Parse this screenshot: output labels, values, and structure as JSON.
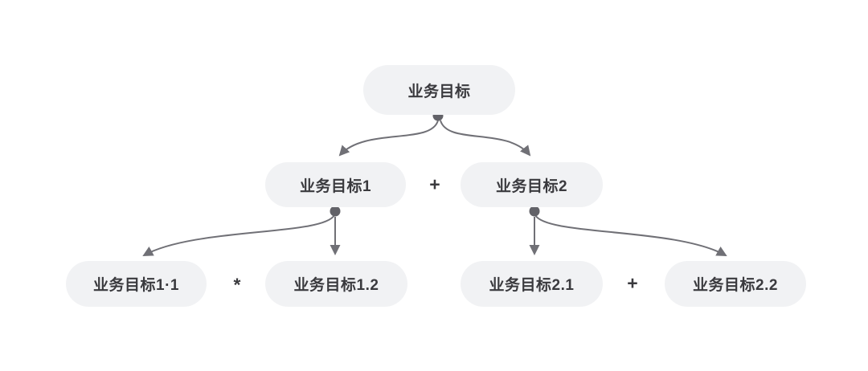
{
  "diagram": {
    "title": "business-goal-decomposition-tree",
    "colors": {
      "background": "#ffffff",
      "node_background": "#f1f2f4",
      "node_text": "#3a3a3e",
      "connector": "#707076",
      "branch_dot": "#626268"
    },
    "nodes": {
      "root": {
        "label": "业务目标"
      },
      "goal1": {
        "label": "业务目标1"
      },
      "goal2": {
        "label": "业务目标2"
      },
      "goal1_1": {
        "label": "业务目标1·1"
      },
      "goal1_2": {
        "label": "业务目标1.2"
      },
      "goal2_1": {
        "label": "业务目标2.1"
      },
      "goal2_2": {
        "label": "业务目标2.2"
      }
    },
    "operators": {
      "level2": {
        "symbol": "+"
      },
      "level3_left": {
        "symbol": "*"
      },
      "level3_right": {
        "symbol": "+"
      }
    }
  }
}
